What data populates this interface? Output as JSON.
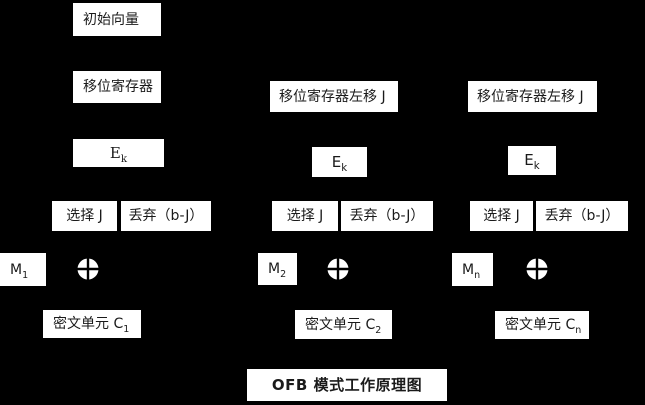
{
  "title": {
    "text": "OFB 模式工作原理图"
  },
  "colors": {
    "background": "#000000",
    "box_fill": "#ffffff",
    "text": "#1a1a1a"
  },
  "labels": {
    "initial_vector": "初始向量",
    "shift_register": "移位寄存器",
    "shift_register_left": "移位寄存器左移 J",
    "select_j": "选择 J",
    "discard_bj": "丢弃（b-J）",
    "cipher_base": "E",
    "cipher_sub": "k",
    "ciphertext_prefix": "密文单元 C"
  },
  "columns": [
    {
      "message_base": "M",
      "message_sub": "1",
      "ciphertext_sub": "1"
    },
    {
      "message_base": "M",
      "message_sub": "2",
      "ciphertext_sub": "2"
    },
    {
      "message_base": "M",
      "message_sub": "n",
      "ciphertext_sub": "n"
    }
  ],
  "icons": {
    "xor": "xor-circle-plus"
  }
}
